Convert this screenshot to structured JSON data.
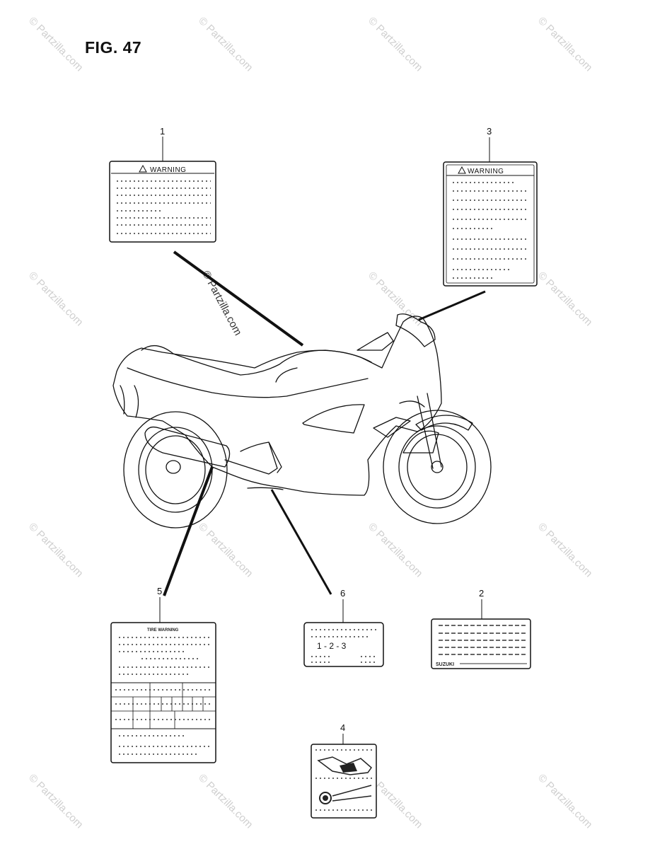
{
  "figure": {
    "title": "FIG. 47"
  },
  "watermark": {
    "text": "© Partzilla.com"
  },
  "callouts": {
    "c1": "1",
    "c2": "2",
    "c3": "3",
    "c4": "4",
    "c5": "5",
    "c6": "6"
  },
  "labels": {
    "label1": {
      "header": "WARNING"
    },
    "label3": {
      "header": "WARNING"
    },
    "label5": {
      "header": "TIRE WARNING"
    },
    "label6": {
      "numbers": "1 - 2 - 3"
    },
    "label2": {
      "brand": "SUZUKI"
    }
  }
}
